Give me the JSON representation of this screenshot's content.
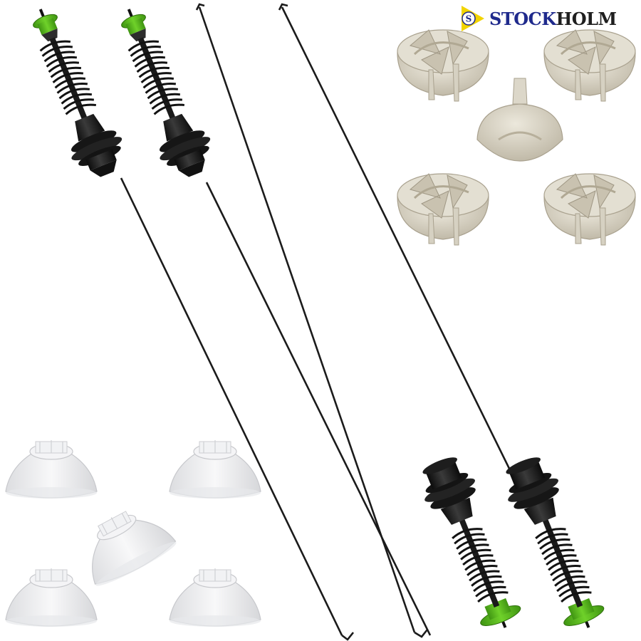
{
  "brand": {
    "part1": "STOCK",
    "part2": "HOLM",
    "badge_letter": "S",
    "badge_color": "#f2d400",
    "text_color_primary": "#1f2a8c",
    "text_color_secondary": "#1f1f1f"
  },
  "product": {
    "rod_assemblies_shown": 4,
    "gray_caps_shown": 5,
    "clear_bushings_shown": 5,
    "colors": {
      "rod": "#1b1b1b",
      "spring": "#151515",
      "green_cap": "#58b91e",
      "gray_cap": "#d9d4c5",
      "clear_bushing": "#ecedef"
    },
    "icons": [
      "suspension-rod-icon",
      "gray-cap-icon",
      "clear-bushing-icon",
      "brand-badge-icon"
    ]
  }
}
